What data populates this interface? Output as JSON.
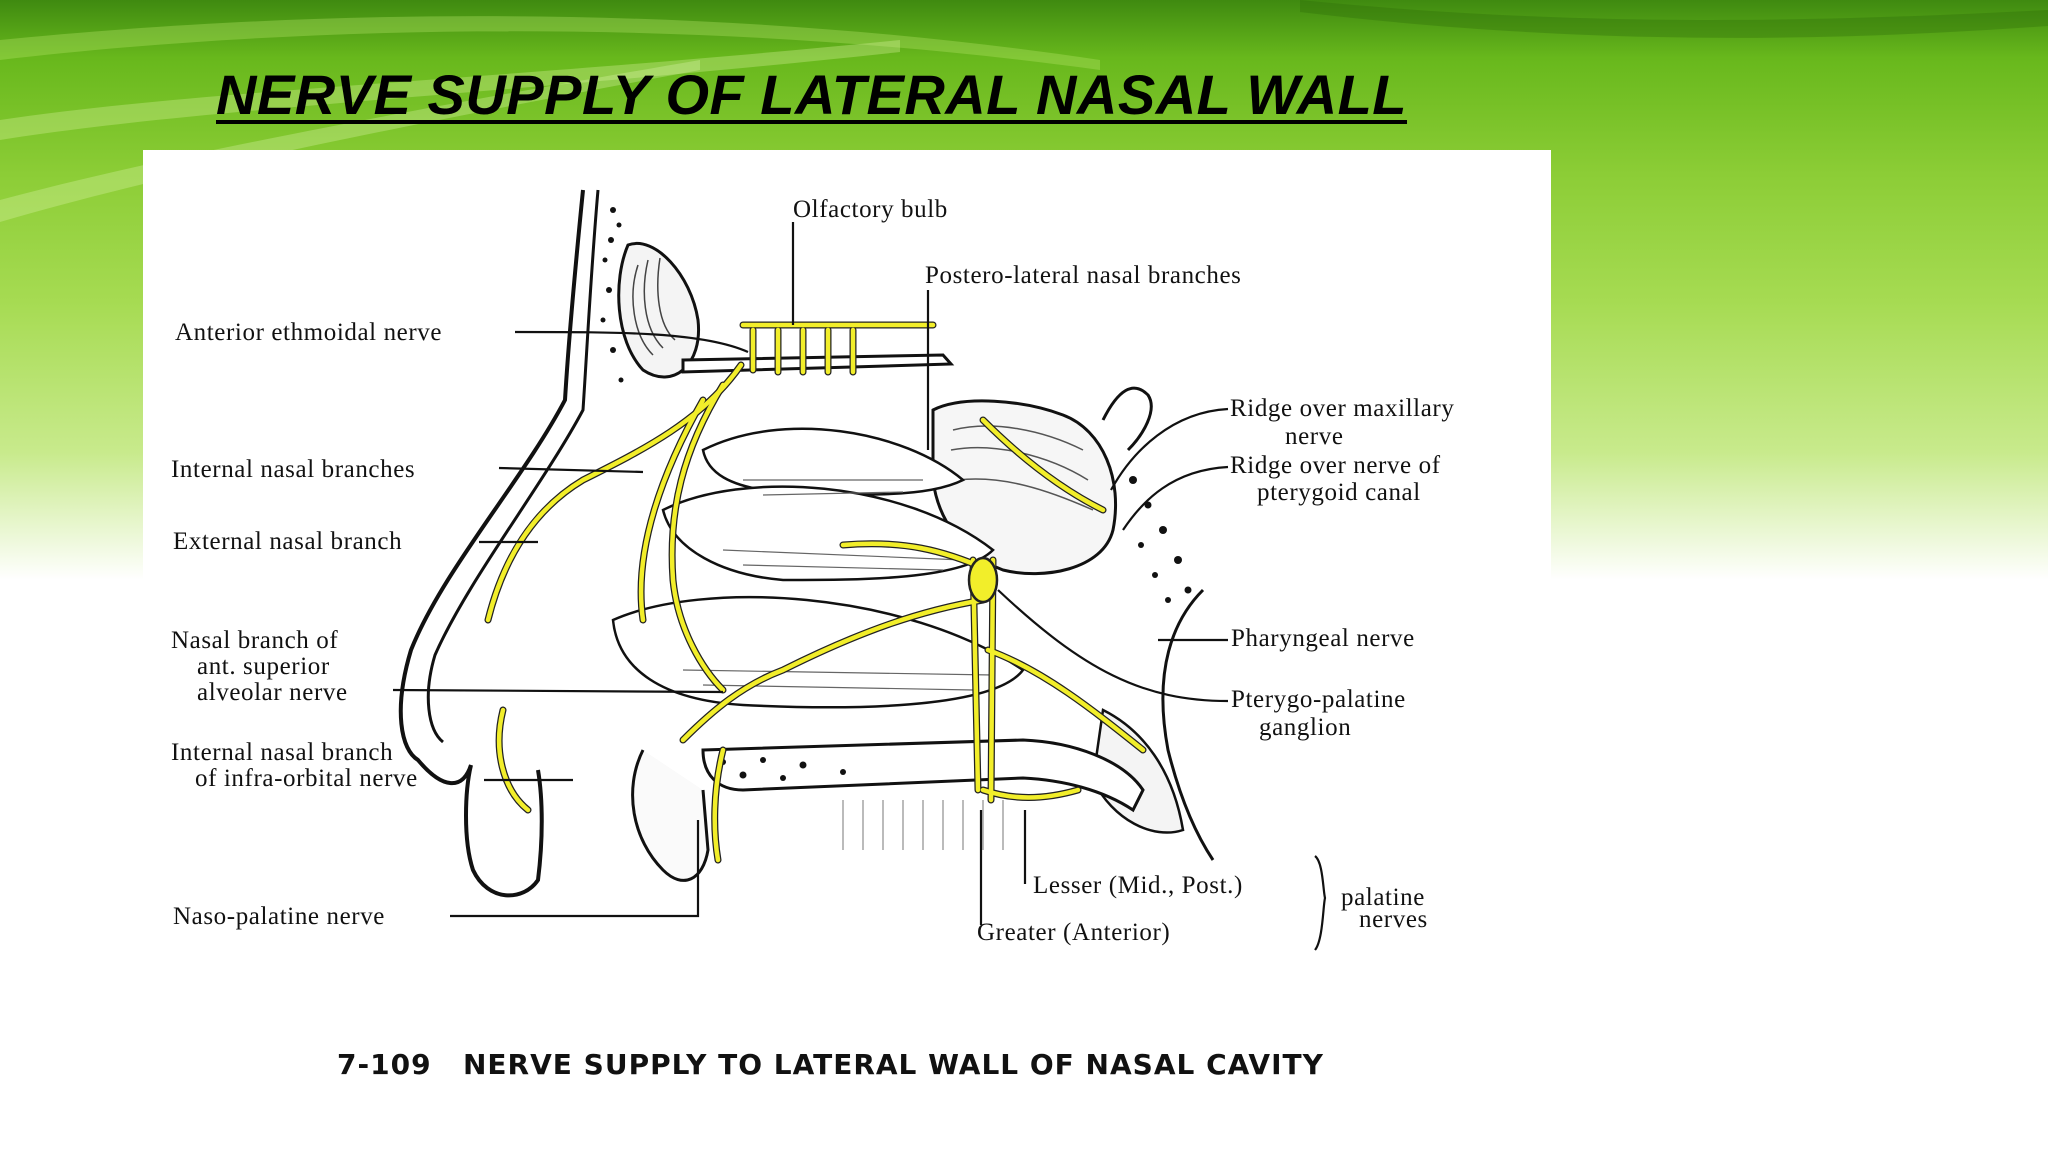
{
  "slide": {
    "title": "NERVE SUPPLY OF LATERAL NASAL WALL"
  },
  "figure": {
    "caption_number": "7-109",
    "caption_text": "NERVE SUPPLY TO LATERAL WALL OF NASAL CAVITY",
    "labels": {
      "olfactory_bulb": "Olfactory bulb",
      "postero_lateral": "Postero-lateral nasal branches",
      "anterior_ethmoidal": "Anterior ethmoidal nerve",
      "internal_nasal_branches": "Internal nasal branches",
      "external_nasal_branch": "External nasal branch",
      "nasal_branch_l1": "Nasal branch of",
      "nasal_branch_l2": "ant. superior",
      "nasal_branch_l3": "alveolar nerve",
      "infra_orbital_l1": "Internal nasal branch",
      "infra_orbital_l2": "of infra-orbital nerve",
      "naso_palatine": "Naso-palatine nerve",
      "ridge_maxillary_l1": "Ridge over maxillary",
      "ridge_maxillary_l2": "nerve",
      "ridge_pterygoid_l1": "Ridge over nerve of",
      "ridge_pterygoid_l2": "pterygoid canal",
      "pharyngeal": "Pharyngeal nerve",
      "pterygo_palatine_l1": "Pterygo-palatine",
      "pterygo_palatine_l2": "ganglion",
      "lesser": "Lesser (Mid., Post.)",
      "greater": "Greater (Anterior)",
      "palatine_l1": "palatine",
      "palatine_l2": "nerves"
    }
  },
  "colors": {
    "nerve_yellow": "#f2ee2a",
    "band_green": "#8ccd36"
  }
}
